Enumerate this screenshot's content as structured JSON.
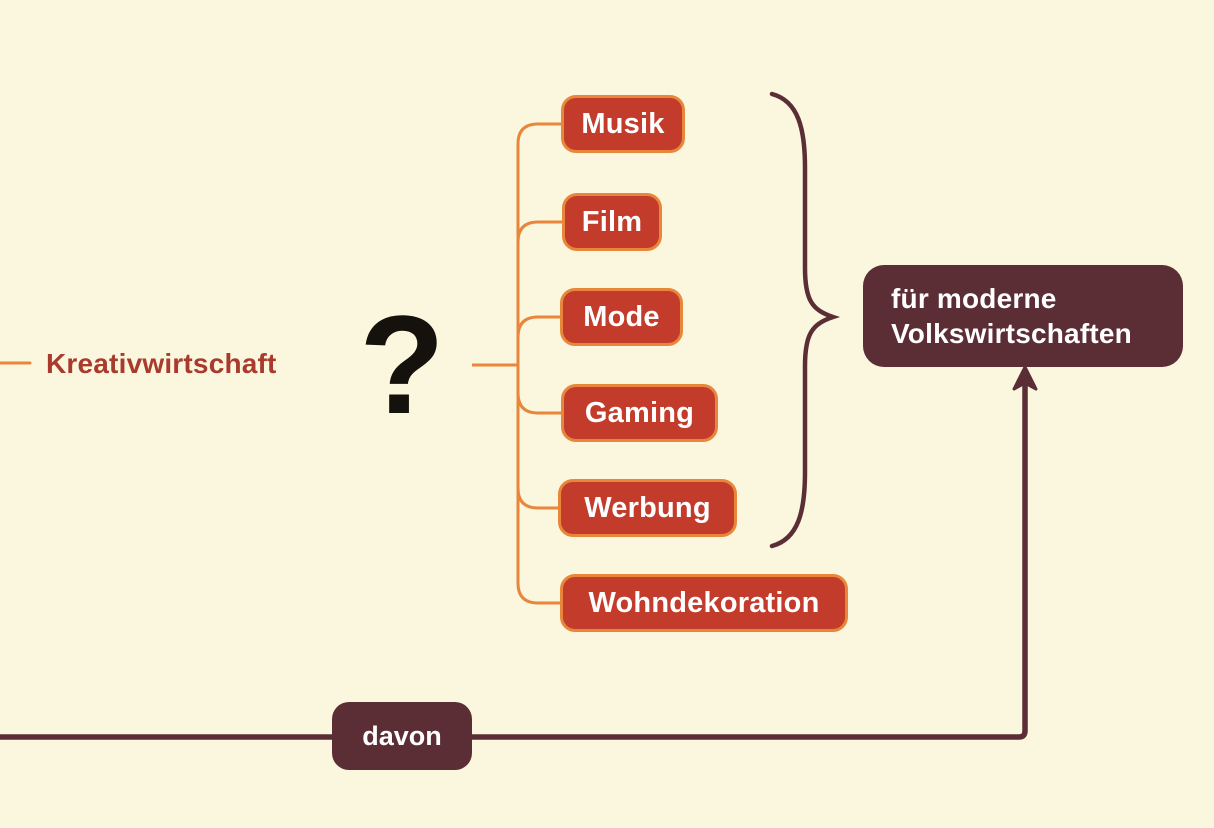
{
  "colors": {
    "background": "#fbf7de",
    "branch_fill": "#c23b2b",
    "branch_border": "#e8873b",
    "connector_orange": "#e8873b",
    "maroon": "#5b2d35",
    "root_text": "#a93b2e",
    "question_mark": "#15120d",
    "box_text": "#ffffff"
  },
  "mindmap": {
    "root_label": "Kreativwirtschaft",
    "question_mark": "?",
    "branches": [
      {
        "label": "Musik"
      },
      {
        "label": "Film"
      },
      {
        "label": "Mode"
      },
      {
        "label": "Gaming"
      },
      {
        "label": "Werbung"
      },
      {
        "label": "Wohndekoration"
      }
    ],
    "result_box": {
      "line1": "für moderne",
      "line2": "Volkswirtschaften"
    },
    "flow_label": "davon"
  }
}
